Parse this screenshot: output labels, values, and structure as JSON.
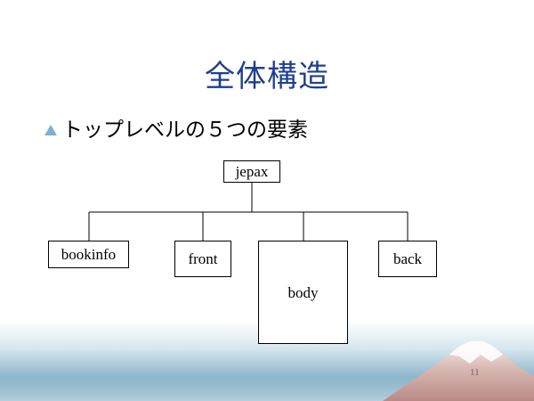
{
  "slide": {
    "title": "全体構造",
    "bullet": "トップレベルの５つの要素",
    "page_number": "11"
  },
  "tree": {
    "root": "jepax",
    "children": [
      "bookinfo",
      "front",
      "body",
      "back"
    ]
  },
  "colors": {
    "title": "#1f3f8f",
    "bullet_icon": "#7fb0cf"
  }
}
